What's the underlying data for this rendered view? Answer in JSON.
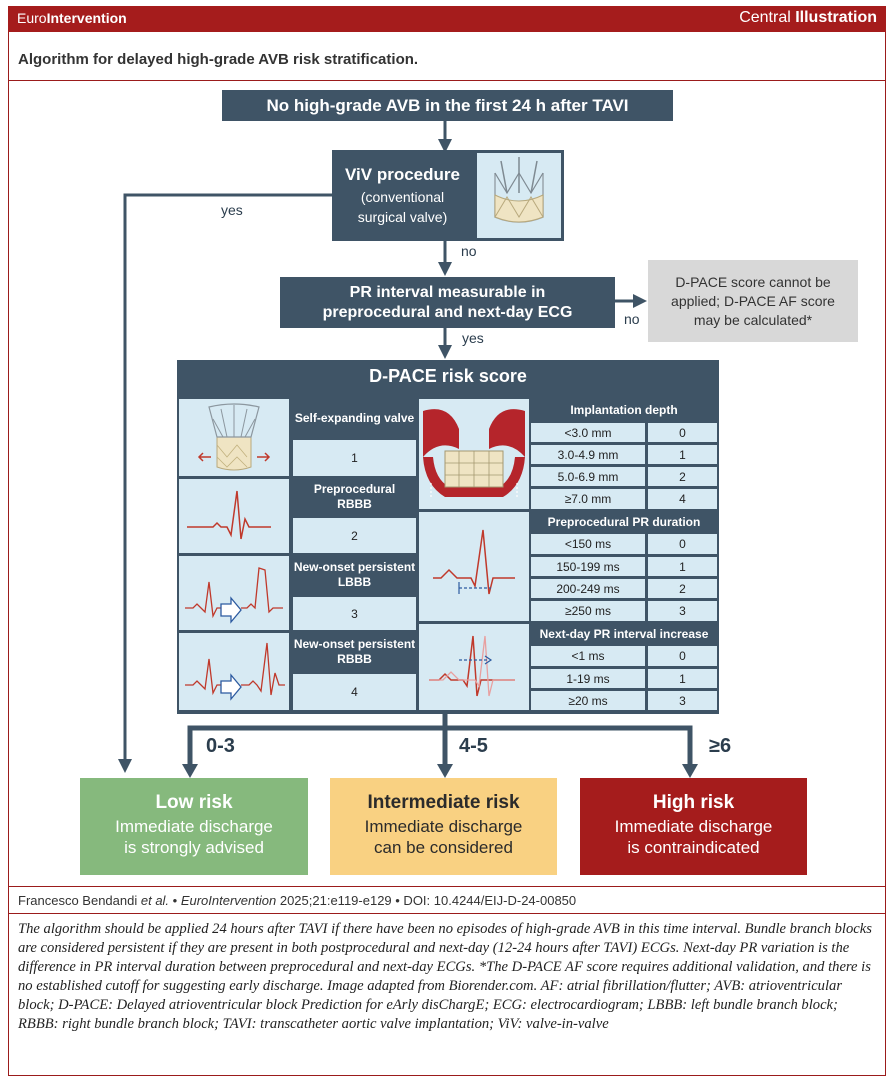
{
  "header": {
    "journal_a": "Euro",
    "journal_b": "Intervention",
    "tag_a": "Central ",
    "tag_b": "Illustration"
  },
  "title": "Algorithm for delayed high-grade AVB risk stratification.",
  "flow": {
    "start": "No high-grade AVB in the first 24 h after TAVI",
    "viv_title": "ViV procedure",
    "viv_sub_1": "(conventional",
    "viv_sub_2": "surgical valve)",
    "yes_1": "yes",
    "no_1": "no",
    "pr_line_1": "PR interval measurable in",
    "pr_line_2": "preprocedural and next-day ECG",
    "no_2": "no",
    "yes_2": "yes",
    "cannot_apply": "D-PACE score cannot be applied; D-PACE AF score may be calculated*"
  },
  "score": {
    "title": "D-PACE risk score",
    "left_items": [
      {
        "label": "Self-expanding valve",
        "points": "1",
        "icon": "self-expanding-valve-icon"
      },
      {
        "label": "Preprocedural RBBB",
        "points": "2",
        "icon": "ecg-rbbb-icon"
      },
      {
        "label": "New-onset persistent LBBB",
        "points": "3",
        "icon": "ecg-new-lbbb-icon"
      },
      {
        "label": "New-onset persistent RBBB",
        "points": "4",
        "icon": "ecg-new-rbbb-icon"
      }
    ],
    "groups": [
      {
        "header": "Implantation depth",
        "icon": "implantation-depth-icon",
        "rows": [
          [
            "<3.0 mm",
            "0"
          ],
          [
            "3.0-4.9 mm",
            "1"
          ],
          [
            "5.0-6.9 mm",
            "2"
          ],
          [
            "≥7.0 mm",
            "4"
          ]
        ]
      },
      {
        "header": "Preprocedural PR duration",
        "icon": "pr-duration-icon",
        "rows": [
          [
            "<150 ms",
            "0"
          ],
          [
            "150-199 ms",
            "1"
          ],
          [
            "200-249 ms",
            "2"
          ],
          [
            "≥250 ms",
            "3"
          ]
        ]
      },
      {
        "header": "Next-day PR interval increase",
        "icon": "pr-increase-icon",
        "rows": [
          [
            "<1 ms",
            "0"
          ],
          [
            "1-19 ms",
            "1"
          ],
          [
            "≥20 ms",
            "3"
          ]
        ]
      }
    ]
  },
  "branches": [
    "0-3",
    "4-5",
    "≥6"
  ],
  "risks": [
    {
      "title": "Low risk",
      "line1": "Immediate discharge",
      "line2": "is strongly advised",
      "bg": "#86b97d",
      "fg": "#ffffff"
    },
    {
      "title": "Intermediate risk",
      "line1": "Immediate discharge",
      "line2": "can be considered",
      "bg": "#f9d182",
      "fg": "#2b2b2b"
    },
    {
      "title": "High risk",
      "line1": "Immediate discharge",
      "line2": "is contraindicated",
      "bg": "#a51c1c",
      "fg": "#ffffff"
    }
  ],
  "citation": {
    "author": "Francesco Bendandi ",
    "etal": "et al.",
    "sep": " • ",
    "journal": "EuroIntervention",
    "rest": " 2025;21:e119-e129 • DOI: 10.4244/EIJ-D-24-00850"
  },
  "footnote": "The algorithm should be applied 24 hours after TAVI if there have been no episodes of high-grade AVB in this time interval. Bundle branch blocks are considered persistent if they are present in both postprocedural and next-day (12-24 hours after TAVI) ECGs. Next-day PR variation is the difference in PR interval duration between preprocedural and next-day ECGs. *The D-PACE AF score requires additional validation, and there is no established cutoff for suggesting early discharge. Image adapted from Biorender.com. AF: atrial fibrillation/flutter; AVB: atrioventricular block; D-PACE: Delayed atrioventricular block Prediction for eArly disChargE; ECG: electrocardiogram; LBBB: left bundle branch block; RBBB: right bundle branch block; TAVI: transcatheter aortic valve implantation; ViV: valve-in-valve",
  "colors": {
    "brand_red": "#a51c1c",
    "navy": "#3f5466",
    "light_blue": "#d7eaf3",
    "grey": "#d8d8d8"
  }
}
